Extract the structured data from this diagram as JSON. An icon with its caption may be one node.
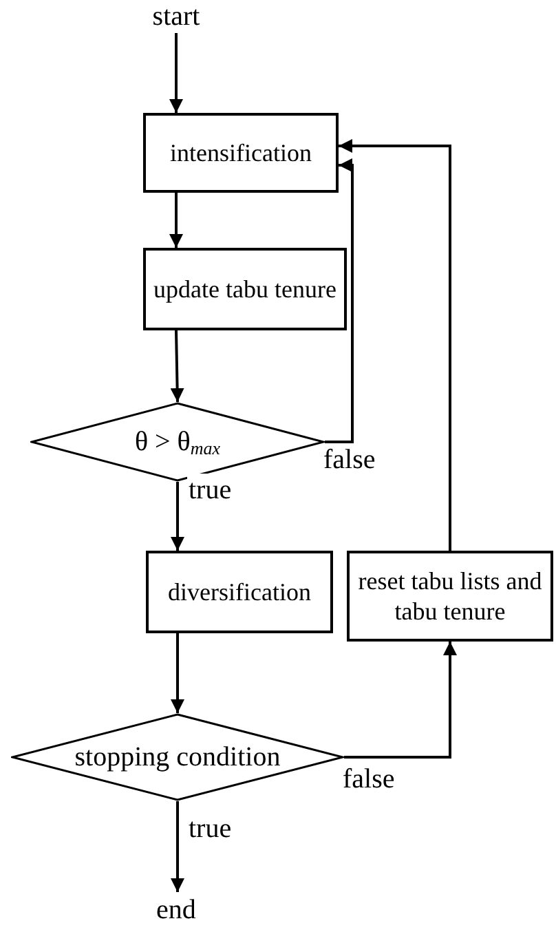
{
  "diagram": {
    "nodes": [
      {
        "text": [
          "start"
        ]
      },
      {
        "text": [
          "intensification"
        ]
      },
      {
        "text": [
          "update tabu tenure"
        ]
      },
      {
        "text": [
          "θ > θ$_{max}$"
        ]
      },
      {
        "text": [
          "diversification"
        ]
      },
      {
        "text": [
          "stopping condition"
        ]
      },
      {
        "text": [
          "reset tabu lists and tabu tenure"
        ]
      },
      {
        "text": [
          "end"
        ]
      }
    ],
    "edges": [
      {
        "from": 0,
        "to": 1,
        "arrow": "to"
      },
      {
        "from": 1,
        "to": 2,
        "arrow": "to"
      },
      {
        "from": 2,
        "to": 3,
        "arrow": "to"
      },
      {
        "from": 3,
        "to": 1,
        "arrow": "to",
        "label": "false"
      },
      {
        "from": 3,
        "to": 4,
        "arrow": "to",
        "label": "true"
      },
      {
        "from": 4,
        "to": 5,
        "arrow": "to"
      },
      {
        "from": 5,
        "to": 6,
        "arrow": "to",
        "label": "false"
      },
      {
        "from": 6,
        "to": 1,
        "arrow": "to"
      },
      {
        "from": 5,
        "to": 7,
        "arrow": "to",
        "label": "true"
      }
    ]
  }
}
